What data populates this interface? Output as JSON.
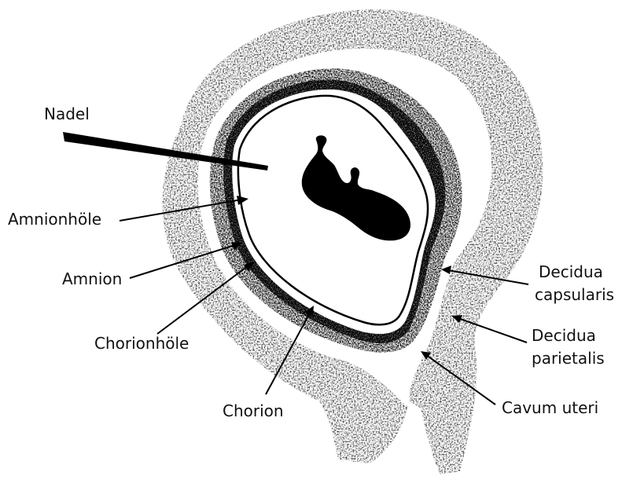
{
  "labels": {
    "nadel": "Nadel",
    "amnionhoele": "Amnionhöle",
    "amnion": "Amnion",
    "chorionhoele": "Chorionhöle",
    "chorion": "Chorion",
    "decidua_capsularis_1": "Decidua",
    "decidua_capsularis_2": "capsularis",
    "decidua_parietalis_1": "Decidua",
    "decidua_parietalis_2": "parietalis",
    "cavum_uteri": "Cavum uteri"
  }
}
